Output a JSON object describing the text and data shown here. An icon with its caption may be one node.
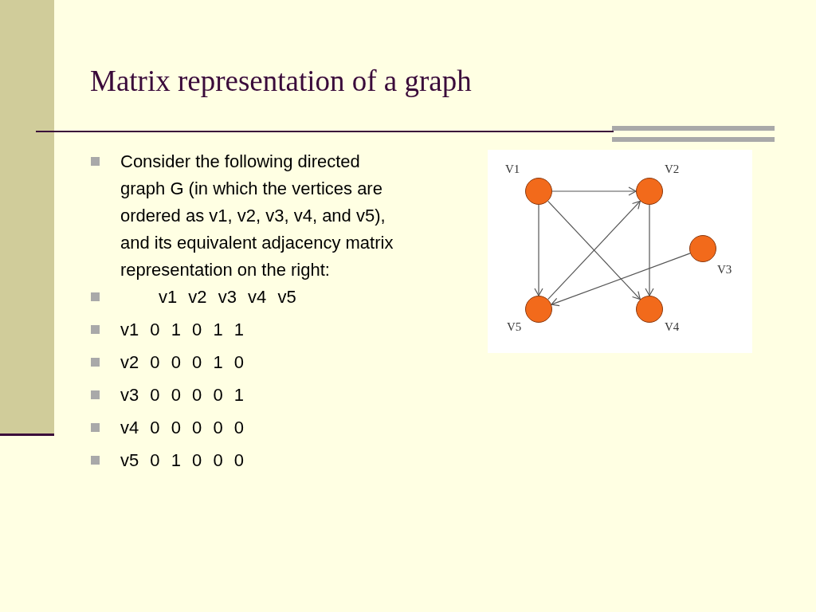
{
  "diagram": {
    "title": "Matrix representation of a graph",
    "nodes": [
      {
        "text": [],
        "shape": "circle",
        "beside": [
          "V1"
        ]
      },
      {
        "text": [],
        "shape": "circle",
        "beside": [
          "V2"
        ]
      },
      {
        "text": [],
        "shape": "circle",
        "beside": [
          "V3"
        ]
      },
      {
        "text": [],
        "shape": "circle",
        "beside": [
          "V4"
        ]
      },
      {
        "text": [],
        "shape": "circle",
        "beside": [
          "V5"
        ]
      }
    ],
    "edges": [
      {
        "from": 0,
        "to": 1,
        "arrow": "to"
      },
      {
        "from": 0,
        "to": 3,
        "arrow": "to"
      },
      {
        "from": 0,
        "to": 4,
        "arrow": "to"
      },
      {
        "from": 1,
        "to": 3,
        "arrow": "to"
      },
      {
        "from": 2,
        "to": 4,
        "arrow": "to"
      },
      {
        "from": 4,
        "to": 1,
        "arrow": "to"
      }
    ],
    "labels": [
      "Consider the following directed graph G (in which the vertices are ordered as v1, v2, v3, v4, and v5), and its equivalent adjacency matrix representation on the right:",
      "v1 v2 v3 v4 v5",
      "v1 0 1 0 1 1",
      "v2 0 0 0 1 0",
      "v3 0 0 0 0 1",
      "v4 0 0 0 0 0",
      "v5 0 1 0 0 0"
    ]
  }
}
